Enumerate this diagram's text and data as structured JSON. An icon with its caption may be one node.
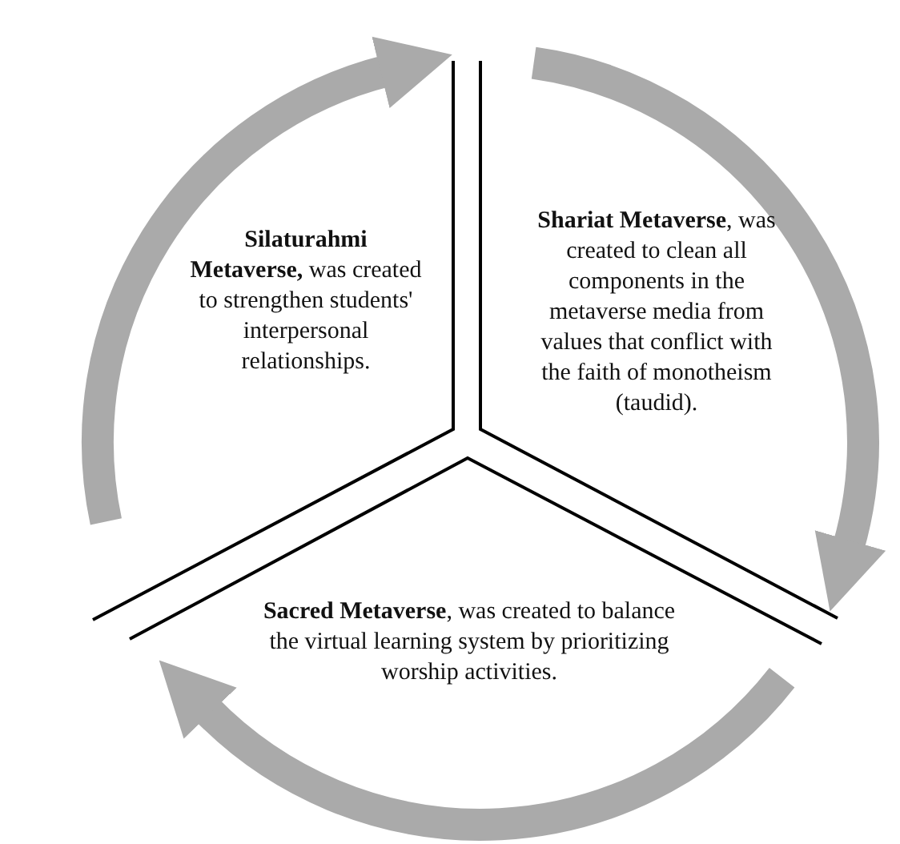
{
  "diagram": {
    "nodes": [
      {
        "text": [
          "**Silaturahmi Metaverse,** was created to strengthen students' interpersonal relationships."
        ]
      },
      {
        "text": [
          "**Shariat Metaverse**, was created to clean all components in the metaverse media from values that conflict with the faith of monotheism (taudid)."
        ]
      },
      {
        "text": [
          "**Sacred Metaverse**, was created to balance the virtual learning system by prioritizing worship activities."
        ]
      }
    ],
    "edges": [
      {
        "from": 0,
        "to": 1,
        "arrow": "to"
      },
      {
        "from": 1,
        "to": 2,
        "arrow": "to"
      },
      {
        "from": 2,
        "to": 0,
        "arrow": "to"
      }
    ]
  }
}
